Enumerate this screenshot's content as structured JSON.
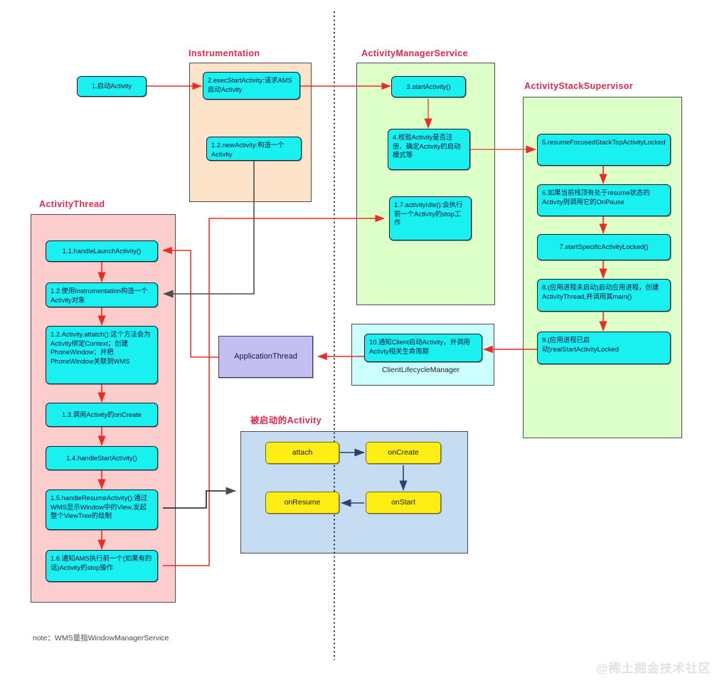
{
  "groups": {
    "instrumentation": {
      "label": "Instrumentation"
    },
    "activity_manager_service": {
      "label": "ActivityManagerService"
    },
    "activity_stack_supervisor": {
      "label": "ActivityStackSupervisor"
    },
    "activity_thread": {
      "label": "ActivityThread"
    },
    "client_lifecycle_manager": {
      "caption": "ClientLifecycleManager"
    },
    "started_activity": {
      "label": "被启动的Activity"
    }
  },
  "nodes": {
    "start": "1.启动Activity",
    "exec_start_activity": "2.execStartActivity:请求AMS启动Activity",
    "new_activity": "1.2.newActivity:构造一个Activtiy",
    "start_activity": "3.startActivity()",
    "verify_activity": "4.校验Activity是否注册、确定Activity的启动模式等",
    "activity_idle": "1.7.activityIdle():会执行前一个Activity的stop工作",
    "resume_focused": "5.resumeFocusedStackTopActivityLocked",
    "pause_top": "6.如果当前栈顶有处于resume状态的Activity则调用它的OnPause",
    "start_specific": "7.startSpecificActivityLocked()",
    "start_process": "8.(应用进程未启动)启动应用进程，创建ActivityThread,并调用其main()",
    "real_start": "9.(应用进程已启动)realStartActivityLocked",
    "notify_client": "10.通知Client启动Activity，并调用Activty相关生命周期",
    "application_thread": "ApplicationThread",
    "handle_launch": "1.1.handleLaunchActivity()",
    "use_instrumentation": "1.2.使用Instrumentation构造一个Activity对象",
    "activity_attach": "1.2.Activity.attatch():这个方法会为Activity绑定Context；创建PhoneWindow；并把PhoneWindow关联到WMS",
    "call_oncreate": "1.3.调用Activity的onCreate",
    "handle_start": "1.4.handleStartActivity()",
    "handle_resume": "1.5.handleResumeActivity():通过WMS显示Window中的View,发起整个ViewTree的绘制",
    "notify_ams_stop": "1.6.通知AMS执行前一个(如果有的话)Activity的stop操作"
  },
  "lifecycle": {
    "attach": "attach",
    "oncreate": "onCreate",
    "onstart": "onStart",
    "onresume": "onResume"
  },
  "footer": {
    "note": "note：WMS是指WindowManagerService",
    "watermark": "@稀土掘金技术社区"
  },
  "colors": {
    "label": "#e8264a",
    "node_fill": "#19f0f0",
    "red_arrow": "#ee2b22",
    "dark_arrow": "#4d4d4d",
    "instrumentation_bg": "#fce3c9",
    "service_bg": "#ddffc8",
    "thread_bg": "#fbcdcd",
    "clm_bg": "#ccffff",
    "activity_bg": "#c5dcf2",
    "lifecycle_fill": "#ffee14",
    "app_thread_fill": "#c3bff0"
  }
}
